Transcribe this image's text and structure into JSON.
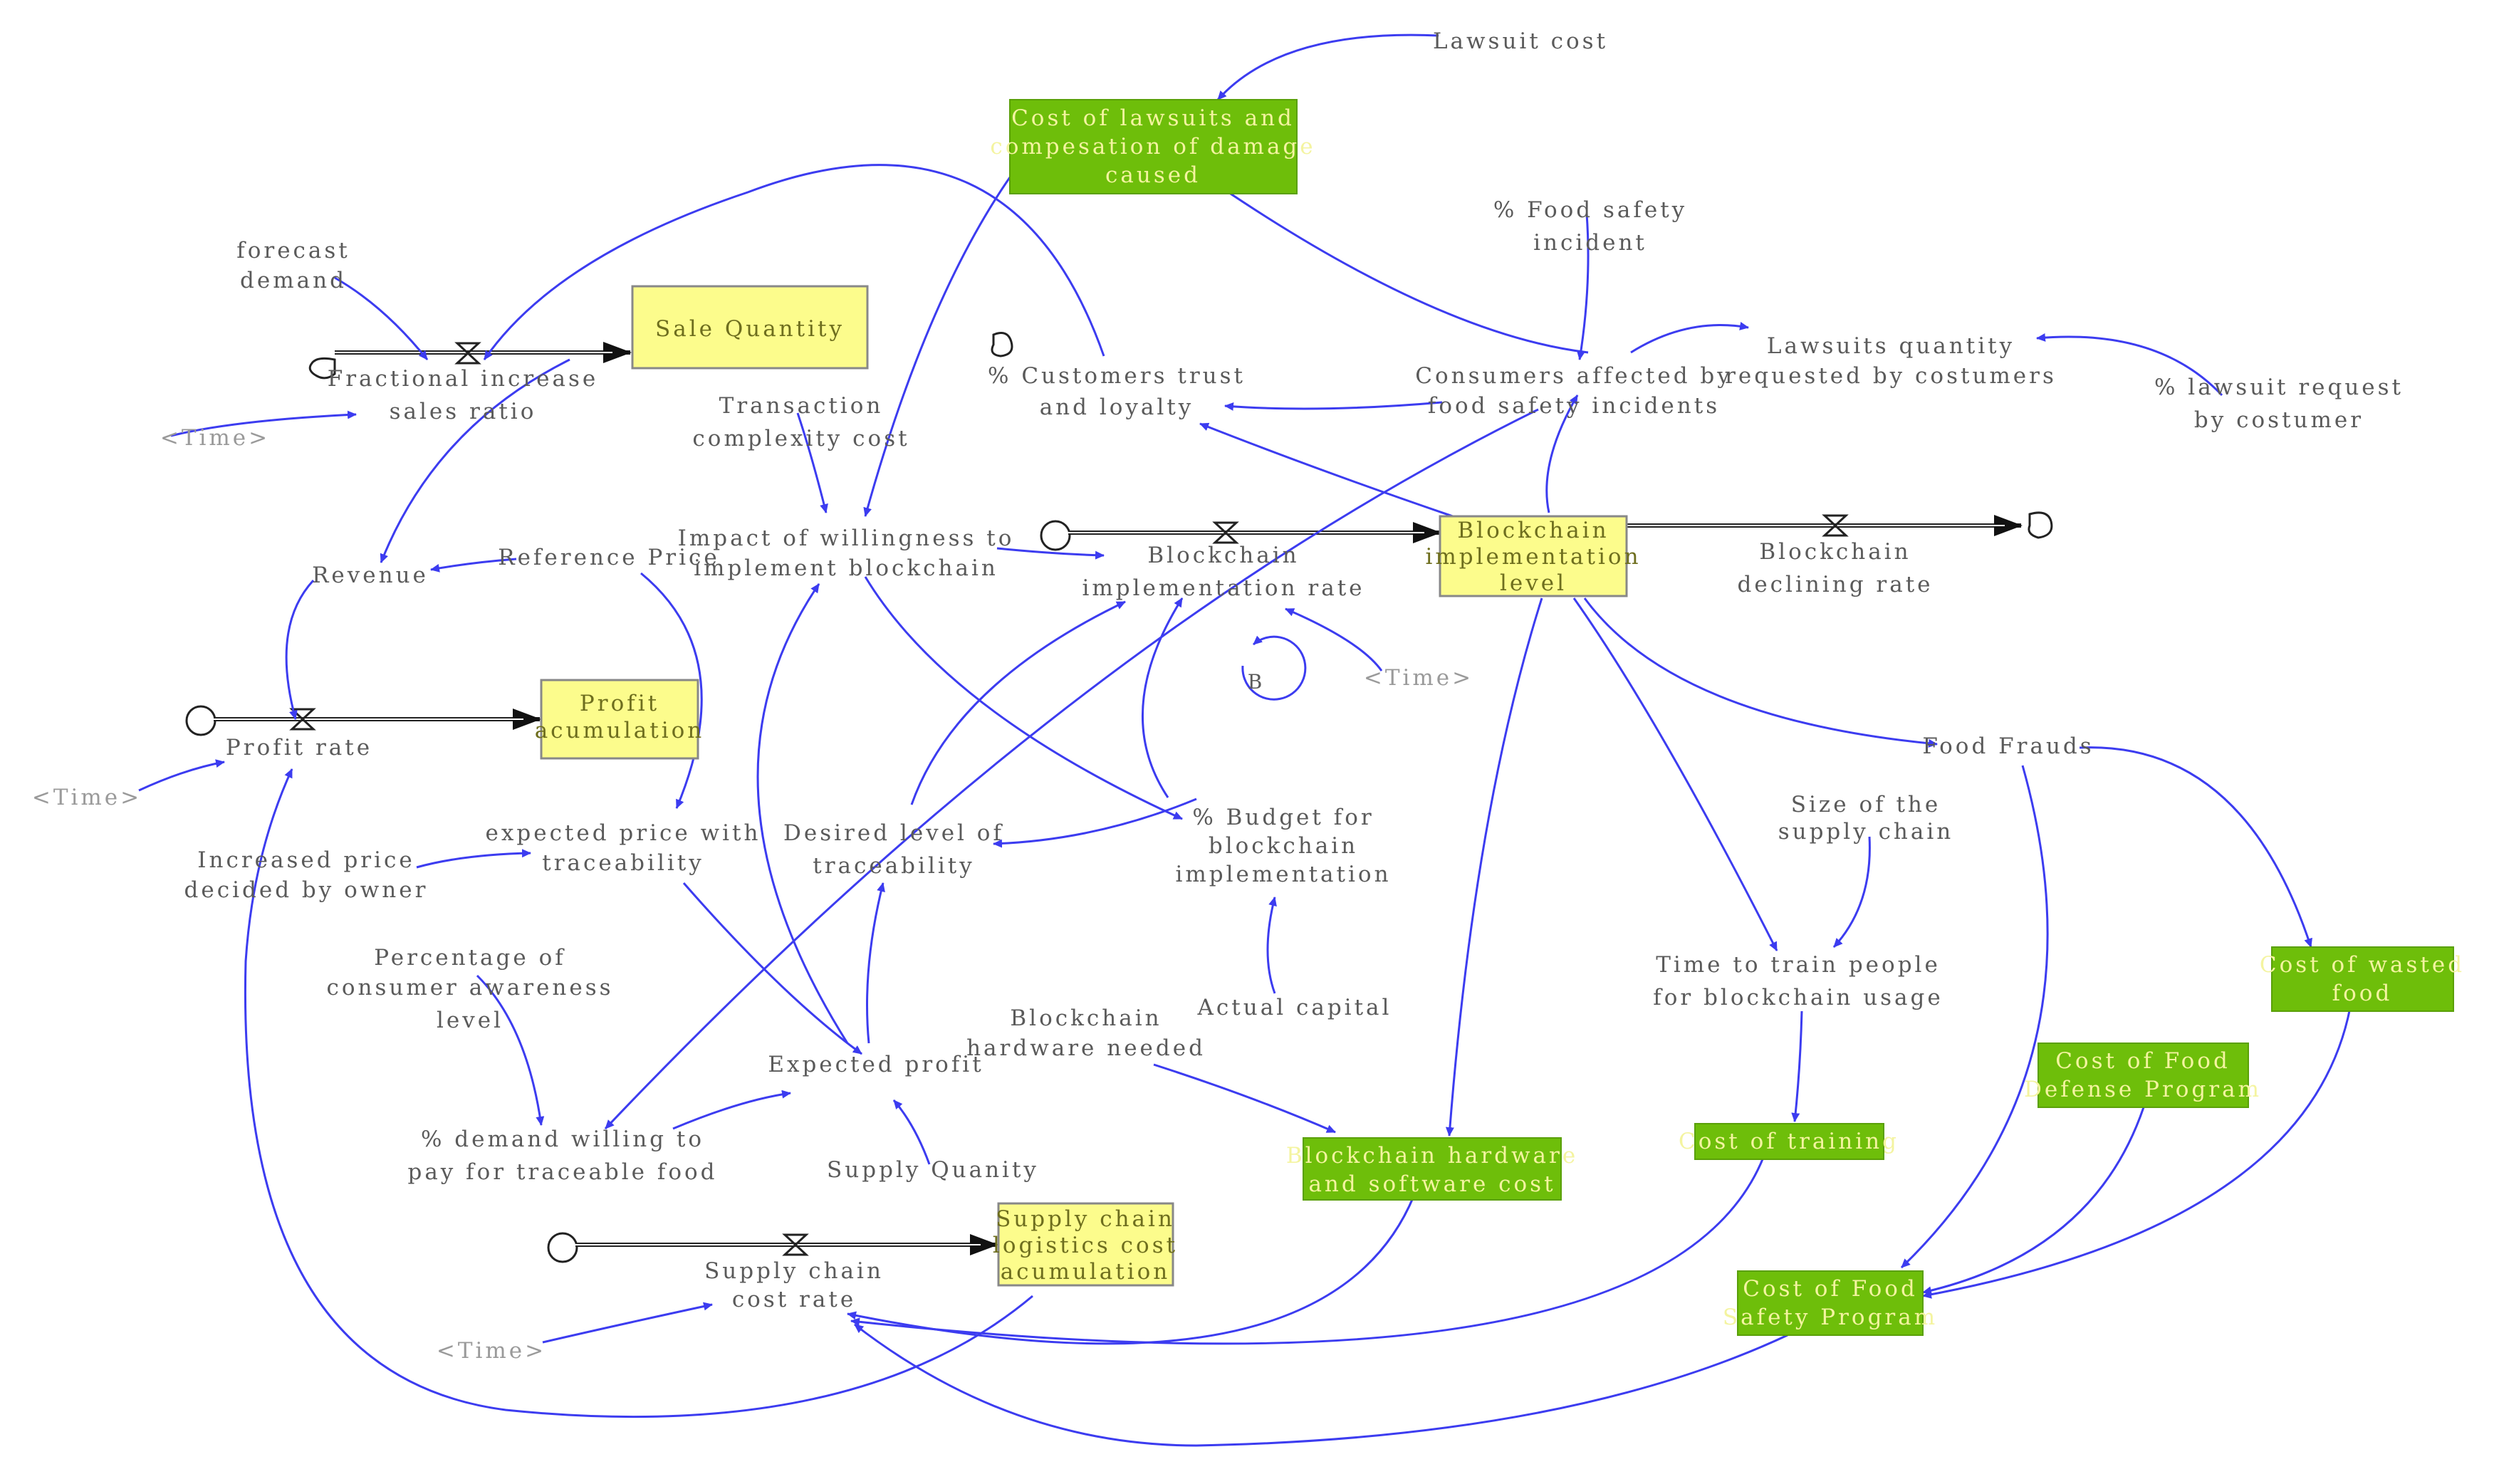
{
  "colors": {
    "link": "#3c3cf0",
    "stock_yellow": "#fcfc8c",
    "stock_green": "#6ebe0a",
    "text": "#5a5a5a",
    "green_text": "#f4f4a0",
    "pipe": "#222222"
  },
  "stocks": {
    "sale_quantity": [
      "Sale Quantity"
    ],
    "profit_acumulation": [
      "Profit",
      "acumulation"
    ],
    "blockchain_level": [
      "Blockchain",
      "implementation",
      "level"
    ],
    "supply_chain_logistics": [
      "Supply chain",
      "logistics cost",
      "acumulation"
    ],
    "cost_of_lawsuits": [
      "Cost of lawsuits and",
      "compesation of damage",
      "caused"
    ],
    "blockchain_hardware_cost": [
      "Blockchain hardware",
      "and software cost"
    ],
    "cost_of_training": [
      "Cost of training"
    ],
    "cost_food_defense": [
      "Cost of Food",
      "Defense Program"
    ],
    "cost_food_safety": [
      "Cost of Food",
      "Safety Program"
    ],
    "cost_wasted_food": [
      "Cost of wasted",
      "food"
    ]
  },
  "flows": {
    "fractional_increase": [
      "Fractional increase",
      "sales ratio"
    ],
    "profit_rate": [
      "Profit rate"
    ],
    "blockchain_rate": [
      "Blockchain",
      "implementation rate"
    ],
    "blockchain_declining": [
      "Blockchain",
      "declining rate"
    ],
    "supply_chain_cost_rate": [
      "Supply chain",
      "cost rate"
    ]
  },
  "variables": {
    "lawsuit_cost": [
      "Lawsuit cost"
    ],
    "forecast_demand": [
      "forecast",
      "demand"
    ],
    "food_safety_incident": [
      "% Food safety",
      "incident"
    ],
    "customers_trust": [
      "% Customers trust",
      "and loyalty"
    ],
    "consumers_affected": [
      "Consumers affected by",
      "food safety incidents"
    ],
    "lawsuits_quantity": [
      "Lawsuits quantity",
      "requested by costumers"
    ],
    "lawsuit_request": [
      "% lawsuit request",
      "by costumer"
    ],
    "transaction_complexity": [
      "Transaction",
      "complexity cost"
    ],
    "impact_willingness": [
      "Impact of willingness to",
      "implement blockchain"
    ],
    "revenue": [
      "Revenue"
    ],
    "reference_price": [
      "Reference Price"
    ],
    "increased_price": [
      "Increased price",
      "decided by owner"
    ],
    "expected_price": [
      "expected price with",
      "traceability"
    ],
    "desired_level": [
      "Desired level of",
      "traceability"
    ],
    "budget_blockchain": [
      "% Budget for",
      "blockchain",
      "implementation"
    ],
    "size_supply_chain": [
      "Size of the",
      "supply chain"
    ],
    "time_to_train": [
      "Time to train people",
      "for blockchain usage"
    ],
    "food_frauds": [
      "Food Frauds"
    ],
    "percentage_awareness": [
      "Percentage of",
      "consumer awareness",
      "level"
    ],
    "demand_willing": [
      "% demand willing to",
      "pay for traceable food"
    ],
    "expected_profit": [
      "Expected profit"
    ],
    "blockchain_hardware_needed": [
      "Blockchain",
      "hardware needed"
    ],
    "actual_capital": [
      "Actual capital"
    ],
    "supply_quanity": [
      "Supply Quanity"
    ]
  },
  "shadows": {
    "time_label": "<Time>"
  },
  "loop": {
    "label": "B"
  }
}
